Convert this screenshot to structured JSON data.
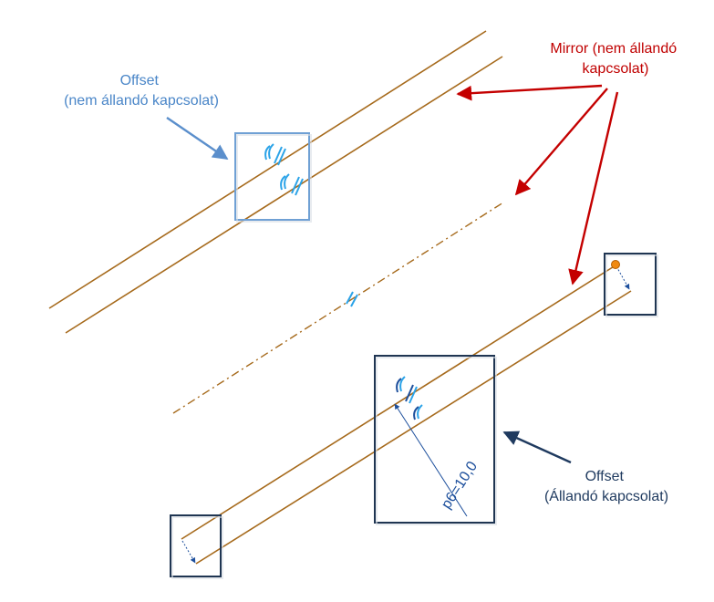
{
  "labels": {
    "offset_free": [
      "Offset",
      "(nem állandó kapcsolat)"
    ],
    "mirror": [
      "Mirror (nem állandó",
      "kapcsolat)"
    ],
    "offset_fixed": [
      "Offset",
      "(Állandó kapcsolat)"
    ],
    "dimension": "p6=10,0"
  },
  "colors": {
    "line": "#a66a1c",
    "offset_free_label": "#4a86c8",
    "mirror_label": "#c00000",
    "offset_fixed_label": "#1f3a5f",
    "box_free": "#6fa0d4",
    "box_fixed": "#1f3552",
    "arrow_free": "#5b8fcc",
    "arrow_mirror": "#c40000",
    "arrow_fixed": "#1f3a5f",
    "constraint": "#2ba3e8",
    "constraint_dark": "#1d4f9c",
    "dimension": "#1d4f9c",
    "endpoint": "#f08a12"
  }
}
